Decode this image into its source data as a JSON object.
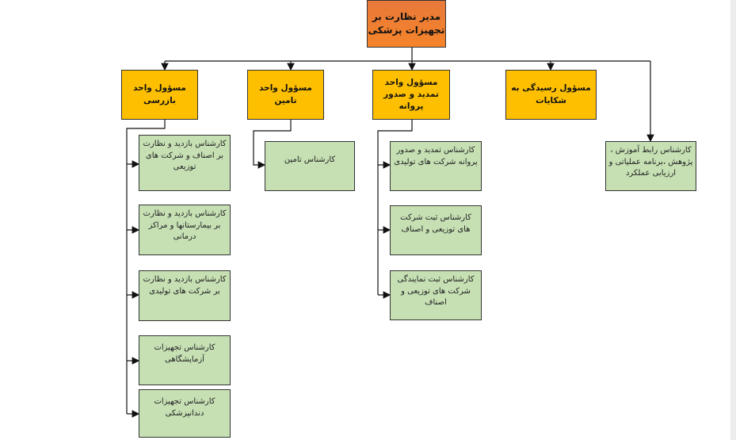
{
  "title": "مدیر نظارت بر تجهیزات پزشکی",
  "managers": [
    {
      "label": "مسؤول واحد بازرسی"
    },
    {
      "label": "مسؤول واحد تامین"
    },
    {
      "label": "مسؤول واحد تمدید و صدور پروانه"
    },
    {
      "label": "مسؤول رسیدگی به شکایات"
    }
  ],
  "inspection_staff": [
    "کارشناس بازدید و نظارت بر اصناف و شرکت های توزیعی",
    "کارشناس بازدید و نظارت بر بیمارستانها و مراکز درمانی",
    "کارشناس بازدید و نظارت بر شرکت های تولیدی",
    "کارشناس تجهیزات آزمایشگاهی",
    "کارشناس تجهیزات دندانپزشکی"
  ],
  "supply_staff": [
    "کارشناس تامین"
  ],
  "license_staff": [
    "کارشناس تمدید و صدور پروانه شرکت های تولیدی",
    "کارشناس ثبت شرکت های توزیعی و اصناف",
    "کارشناس ثبت نمایندگی شرکت های توزیعی و اصناف"
  ],
  "liaison": "کارشناس رابط آموزش ، پژوهش ،برنامه عملیاتی و ارزیابی عملکرد",
  "colors": {
    "top": "#f08030",
    "manager": "#fdbf00",
    "staff": "#c6e0b4"
  }
}
